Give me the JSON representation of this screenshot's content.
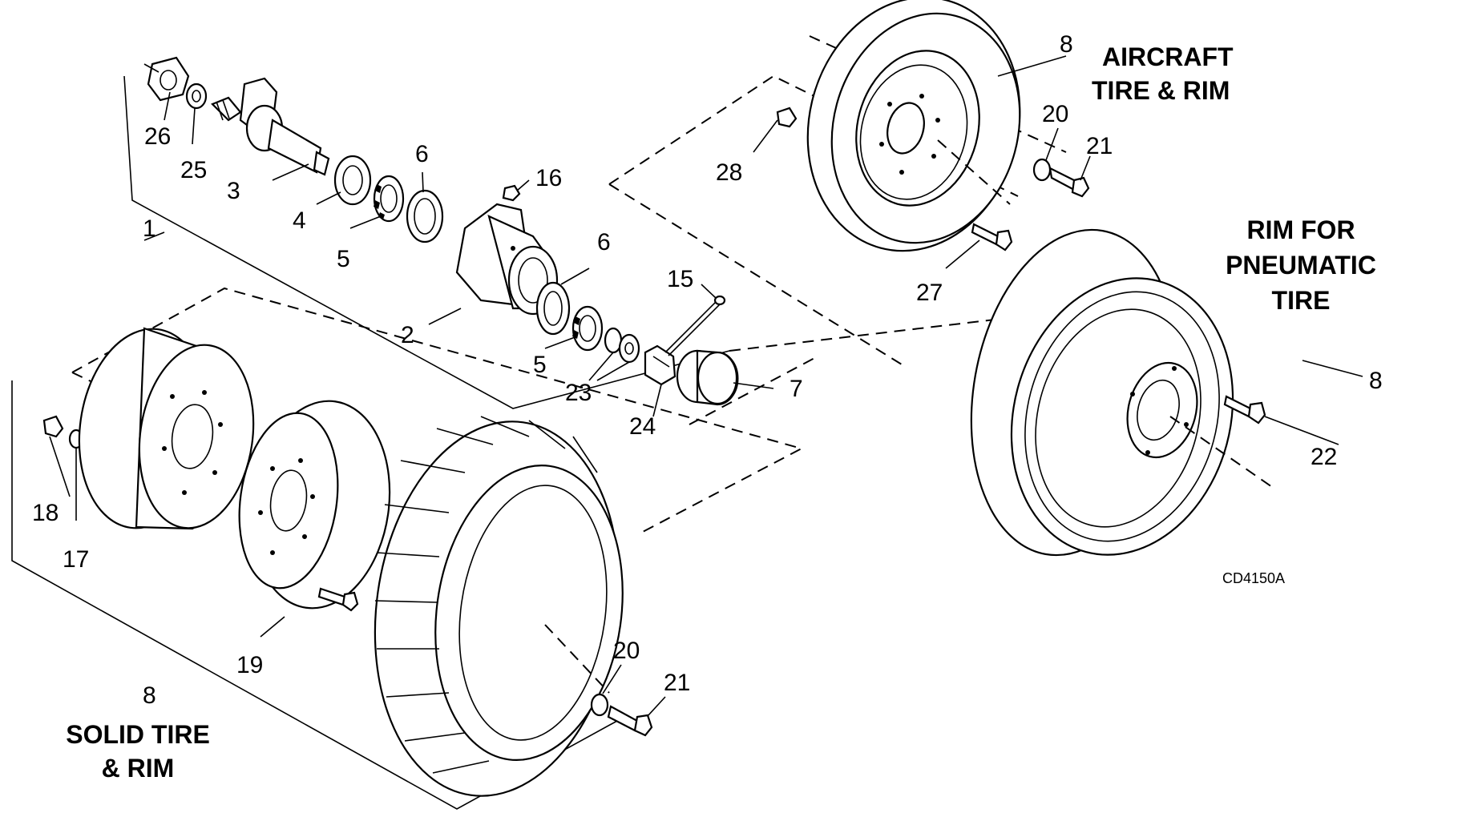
{
  "titles": {
    "aircraft_line1": "AIRCRAFT",
    "aircraft_line2": "TIRE & RIM",
    "pneumatic_line1": "RIM FOR",
    "pneumatic_line2": "PNEUMATIC",
    "pneumatic_line3": "TIRE",
    "solid_line1": "SOLID TIRE",
    "solid_line2": "& RIM"
  },
  "figure_code": "CD4150A",
  "callouts": {
    "c1": "1",
    "c2": "2",
    "c3": "3",
    "c4": "4",
    "c5a": "5",
    "c5b": "5",
    "c6a": "6",
    "c6b": "6",
    "c7": "7",
    "c8_aircraft": "8",
    "c8_pneumatic": "8",
    "c8_solid": "8",
    "c15": "15",
    "c16": "16",
    "c17": "17",
    "c18": "18",
    "c19": "19",
    "c20a": "20",
    "c20b": "20",
    "c21a": "21",
    "c21b": "21",
    "c22": "22",
    "c23": "23",
    "c24": "24",
    "c25": "25",
    "c26": "26",
    "c27": "27",
    "c28": "28"
  }
}
